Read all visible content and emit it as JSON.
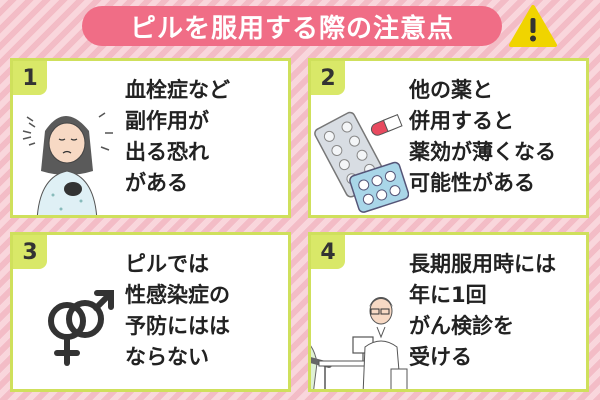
{
  "banner": {
    "title": "ピルを服用する際の注意点"
  },
  "cards": [
    {
      "number": "1",
      "lines": [
        "血栓症など",
        "副作用が",
        "出る恐れ",
        "がある"
      ]
    },
    {
      "number": "2",
      "lines": [
        "他の薬と",
        "併用すると",
        "薬効が薄くなる",
        "可能性がある"
      ]
    },
    {
      "number": "3",
      "lines": [
        "ピルでは",
        "性感染症の",
        "予防にはは",
        "ならない"
      ]
    },
    {
      "number": "4",
      "lines": [
        "長期服用時には",
        "年に1回",
        "がん検診を",
        "受ける"
      ]
    }
  ],
  "colors": {
    "banner": "#f06d86",
    "card_border": "#cfe05c",
    "number_badge": "#d9e868",
    "warning": "#f0d400"
  },
  "icons": [
    "warning-triangle-icon",
    "sick-woman-illustration",
    "pills-illustration",
    "gender-symbol-icon",
    "doctor-consultation-illustration"
  ]
}
